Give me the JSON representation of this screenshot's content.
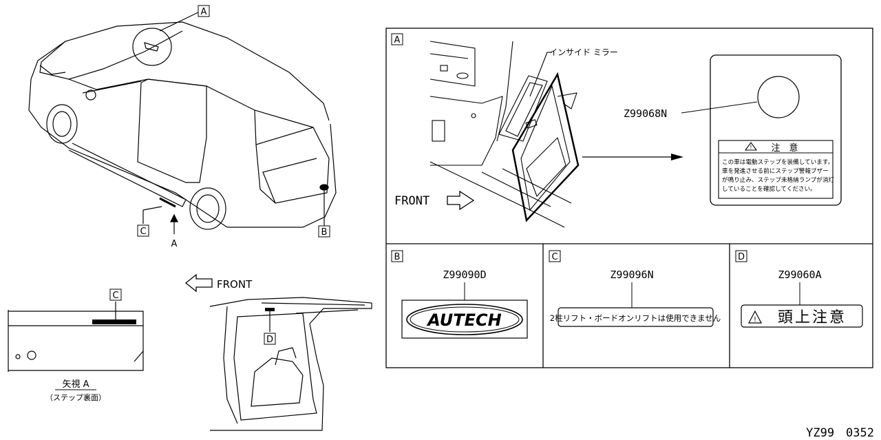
{
  "callouts": {
    "a_top": "A",
    "b_car": "B",
    "c_car": "C",
    "c_step": "C",
    "d_car": "D",
    "a_arrow": "A"
  },
  "front_left": "FRONT",
  "step_view": {
    "line1": "矢視 A",
    "line2": "（ステップ裏面）"
  },
  "panel_a": {
    "tag": "A",
    "mirror_label": "インサイド ミラー",
    "front_label": "FRONT",
    "part_no": "Z99068N",
    "caution_title": "注　意",
    "caution_lines": [
      "この車は電動ステップを装備しています。",
      "車を発進させる前にステップ警報ブザー",
      "が鳴り止み、ステップ未格納ランプが消灯",
      "していることを確認してください。"
    ]
  },
  "panel_b": {
    "tag": "B",
    "part_no": "Z99090D",
    "logo_text": "AUTECH"
  },
  "panel_c": {
    "tag": "C",
    "part_no": "Z99096N",
    "label_text": "2柱リフト・ボードオンリフトは使用できません"
  },
  "panel_d": {
    "tag": "D",
    "part_no": "Z99060A",
    "label_text": "頭上注意"
  },
  "diagram_code": "YZ99　0352"
}
